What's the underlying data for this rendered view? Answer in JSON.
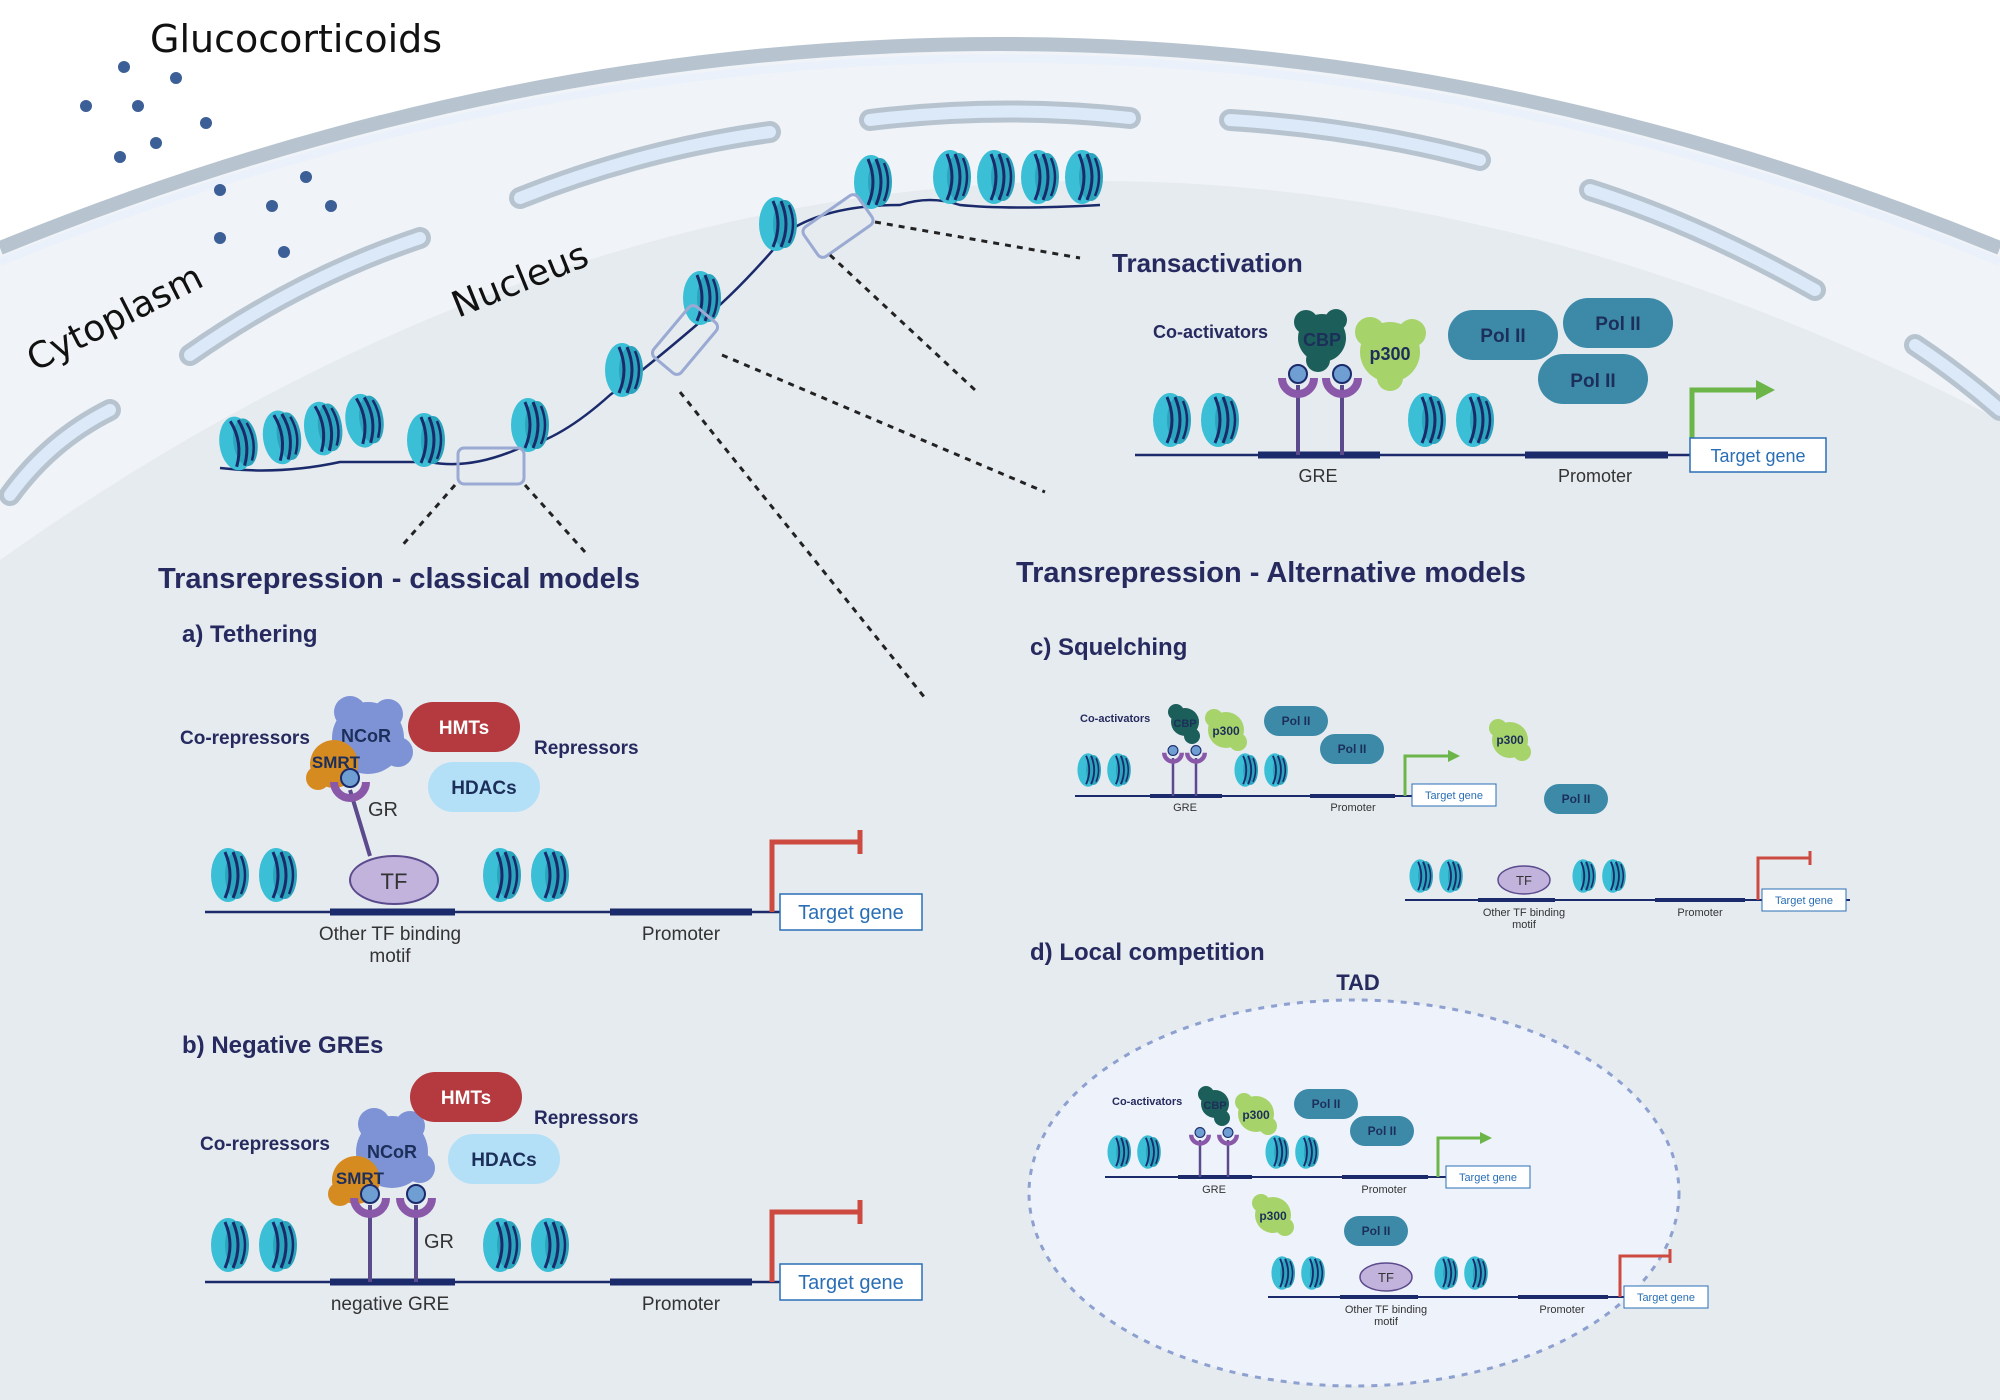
{
  "regions": {
    "glucocorticoids": "Glucocorticoids",
    "cytoplasm": "Cytoplasm",
    "nucleus": "Nucleus"
  },
  "headings": {
    "transactivation": "Transactivation",
    "classical": "Transrepression - classical models",
    "alternative": "Transrepression - Alternative models",
    "tethering": "a) Tethering",
    "negative_gres": "b) Negative GREs",
    "squelching": "c) Squelching",
    "local_competition": "d) Local competition",
    "tad": "TAD"
  },
  "labels": {
    "co_activators": "Co-activators",
    "co_repressors": "Co-repressors",
    "repressors": "Repressors",
    "cbp": "CBP",
    "p300": "p300",
    "pol_ii": "Pol II",
    "gre": "GRE",
    "gr": "GR",
    "promoter": "Promoter",
    "target_gene": "Target gene",
    "ncor": "NCoR",
    "smrt": "SMRT",
    "hmts": "HMTs",
    "hdacs": "HDACs",
    "tf": "TF",
    "other_tf_line1": "Other TF binding",
    "other_tf_line2": "motif",
    "negative_gre": "negative GRE"
  },
  "colors": {
    "nucleosome": "#3bbfd6",
    "nucleus_bg": "#e6ebf0",
    "membrane": "#b7c4d0",
    "pol_ii": "#3d8aa8",
    "hmts": "#b43a3f",
    "hdacs": "#b4e0f7",
    "cbp": "#1c5f5a",
    "p300": "#a6d36a",
    "activate_arrow": "#6cb548",
    "repress_arrow": "#cc4a3f",
    "title_text": "#262a5e"
  }
}
